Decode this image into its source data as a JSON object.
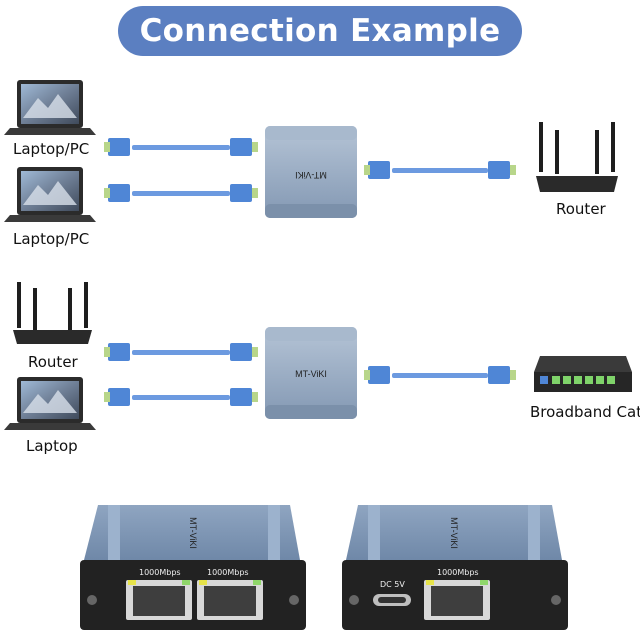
{
  "title": "Connection Example",
  "brand": "MT-ViKI",
  "top": {
    "devices": [
      "Laptop/PC",
      "Laptop/PC"
    ],
    "output_device": "Router"
  },
  "bottom": {
    "devices": [
      "Router",
      "Laptop"
    ],
    "output_device": "Broadband Cat"
  },
  "hardware": {
    "port_speed_1": "1000Mbps",
    "port_speed_2": "1000Mbps",
    "port_speed_3": "1000Mbps",
    "power_label": "DC 5V"
  },
  "colors": {
    "accent": "#5b7fc1",
    "cable": "#5d8fd8",
    "unit": "#8ea3bd",
    "device": "#2a2a2a"
  }
}
